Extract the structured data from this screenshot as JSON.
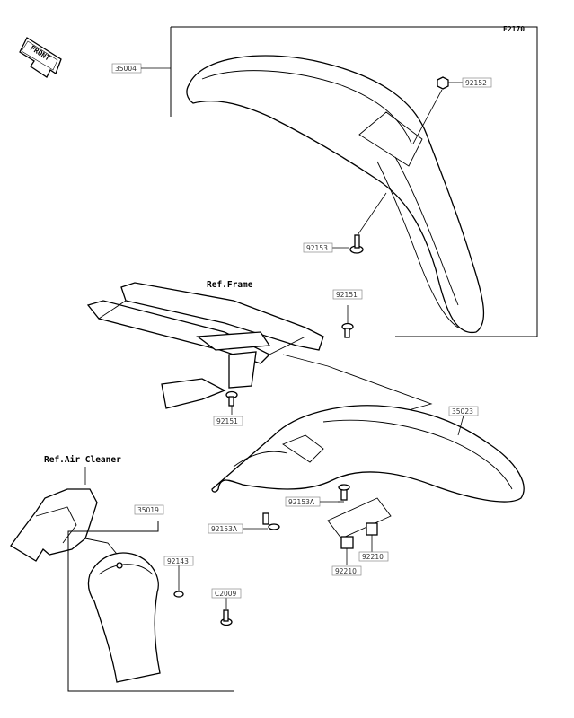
{
  "diagram_code": "F2170",
  "front_badge": "FRONT",
  "references": {
    "frame": "Ref.Frame",
    "air_cleaner": "Ref.Air Cleaner"
  },
  "parts": [
    {
      "key": "front_fender",
      "number": "35004"
    },
    {
      "key": "nut_top",
      "number": "92152"
    },
    {
      "key": "bolt_front",
      "number": "92153"
    },
    {
      "key": "bolt_frame",
      "number": "92151"
    },
    {
      "key": "bolt_frame_lower",
      "number": "92151"
    },
    {
      "key": "rear_fender",
      "number": "35023"
    },
    {
      "key": "bolt_rear_a",
      "number": "92153A"
    },
    {
      "key": "bolt_rear_b",
      "number": "92153A"
    },
    {
      "key": "clip_a",
      "number": "92210"
    },
    {
      "key": "clip_b",
      "number": "92210"
    },
    {
      "key": "mud_flap",
      "number": "35019"
    },
    {
      "key": "washer",
      "number": "92143"
    },
    {
      "key": "bolt_flap",
      "number": "C2009"
    }
  ]
}
